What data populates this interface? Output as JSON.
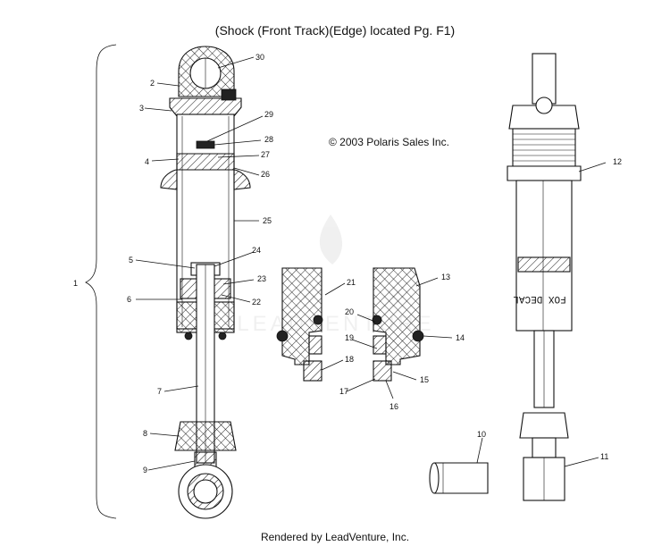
{
  "title": "(Shock (Front Track)(Edge) located Pg. F1)",
  "copyright": "© 2003 Polaris Sales Inc.",
  "footer": "Rendered by LeadVenture, Inc.",
  "watermark": "LEADVENTURE",
  "decal_text": "FOX DECAL",
  "callouts": [
    "1",
    "2",
    "3",
    "4",
    "5",
    "6",
    "7",
    "8",
    "9",
    "10",
    "11",
    "12",
    "13",
    "14",
    "15",
    "16",
    "17",
    "18",
    "19",
    "20",
    "21",
    "22",
    "23",
    "24",
    "25",
    "26",
    "27",
    "28",
    "29",
    "30"
  ]
}
